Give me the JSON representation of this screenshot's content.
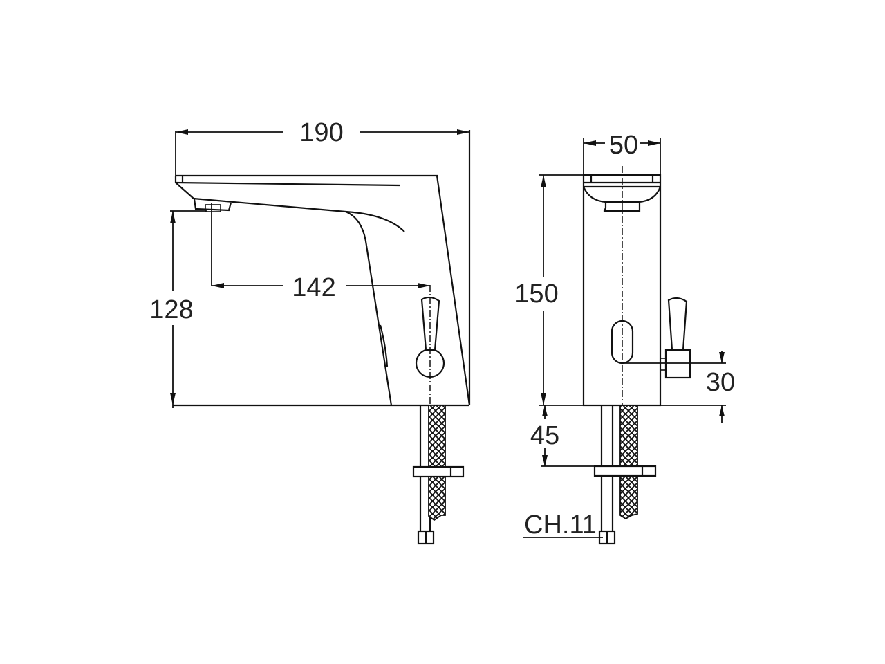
{
  "drawing": {
    "title": "Faucet dimensional drawing",
    "views": [
      {
        "name": "side-view",
        "dimensions": {
          "overall_length": "190",
          "spout_reach": "142",
          "spout_height": "128"
        }
      },
      {
        "name": "front-view",
        "dimensions": {
          "body_width": "50",
          "body_height": "150",
          "lever_offset": "30",
          "shank_length": "45",
          "hose_nut": "CH.11"
        }
      }
    ],
    "colors": {
      "line": "#111111",
      "text": "#222222",
      "background": "#ffffff"
    }
  }
}
